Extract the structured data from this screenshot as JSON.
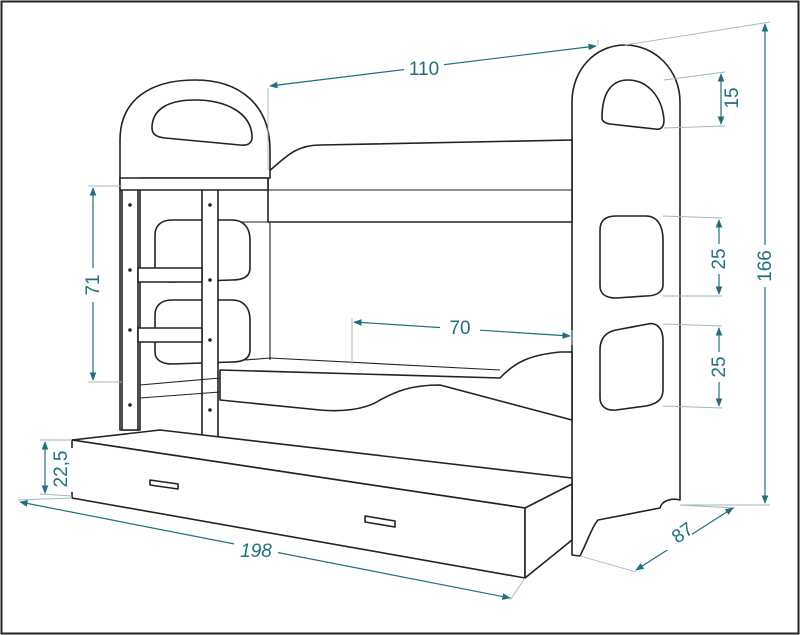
{
  "dimensions": {
    "length_top": "110",
    "headboard_slot": "15",
    "total_height": "166",
    "ladder_height": "71",
    "inner_length": "70",
    "opening_upper": "25",
    "opening_lower": "25",
    "drawer_height": "22,5",
    "total_length": "198",
    "depth": "87"
  },
  "colors": {
    "dimension": "#1f6f7f",
    "outline": "#222222",
    "frame": "#222222"
  }
}
